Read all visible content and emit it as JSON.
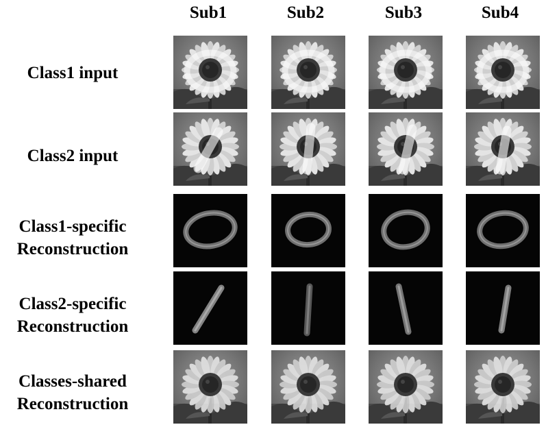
{
  "columns": [
    "Sub1",
    "Sub2",
    "Sub3",
    "Sub4"
  ],
  "rows": [
    {
      "label_lines": [
        "Class1 input"
      ],
      "image": "sunflower-with-digit-0-overlay"
    },
    {
      "label_lines": [
        "Class2 input"
      ],
      "image": "sunflower-with-digit-1-overlay"
    },
    {
      "label_lines": [
        "Class1-specific",
        "Reconstruction"
      ],
      "image": "digit-0-on-black"
    },
    {
      "label_lines": [
        "Class2-specific",
        "Reconstruction"
      ],
      "image": "digit-1-on-black"
    },
    {
      "label_lines": [
        "Classes-shared",
        "Reconstruction"
      ],
      "image": "sunflower"
    }
  ]
}
